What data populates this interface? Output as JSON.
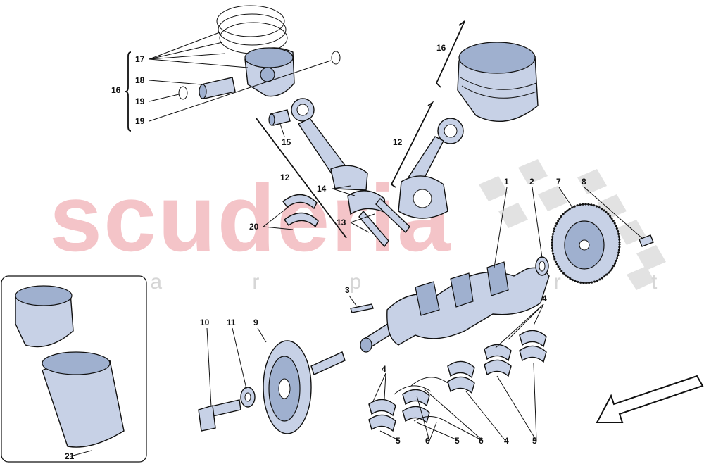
{
  "watermark": {
    "brand": "scuderia",
    "sub": "c a r   p a r t s"
  },
  "callouts": {
    "c1": "1",
    "c2": "2",
    "c3": "3",
    "c4a": "4",
    "c4b": "4",
    "c4c": "4",
    "c5a": "5",
    "c5b": "5",
    "c5c": "5",
    "c6a": "6",
    "c6b": "6",
    "c7": "7",
    "c8": "8",
    "c9": "9",
    "c10": "10",
    "c11": "11",
    "c12a": "12",
    "c12b": "12",
    "c13": "13",
    "c14": "14",
    "c15": "15",
    "c16a": "16",
    "c16b": "16",
    "c17": "17",
    "c18": "18",
    "c19a": "19",
    "c19b": "19",
    "c20": "20",
    "c21": "21"
  },
  "colors": {
    "part_fill": "#c7d1e6",
    "part_dark": "#9fb0cf",
    "watermark": "#f4c4c8"
  }
}
